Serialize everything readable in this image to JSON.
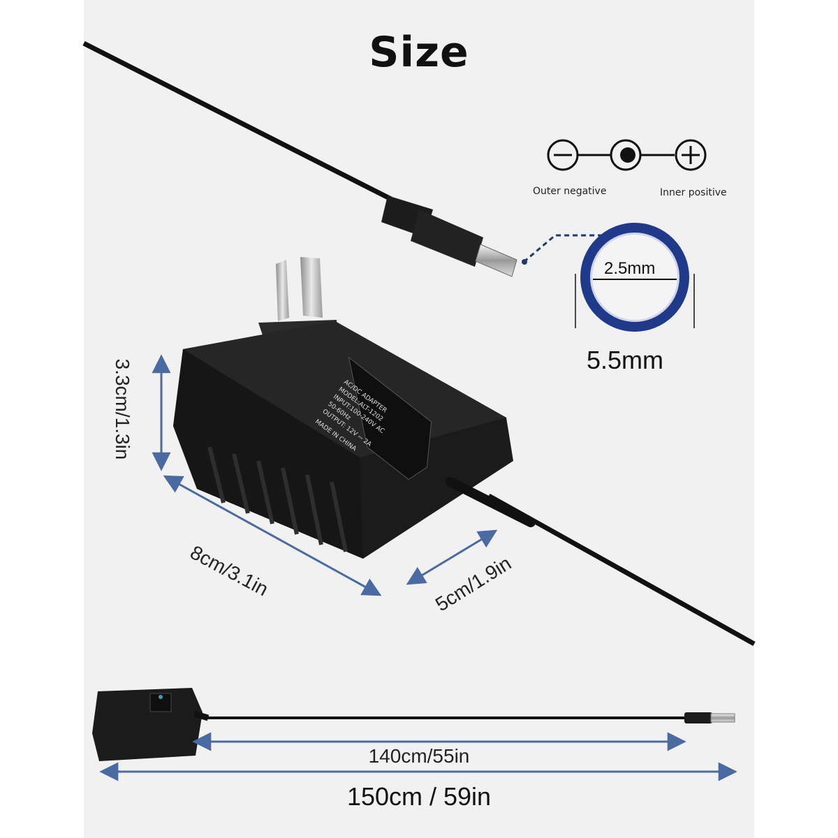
{
  "title": "Size",
  "polarity": {
    "outer_label": "Outer negative",
    "inner_label": "Inner positive",
    "minus_symbol": "⊖",
    "plus_symbol": "⊕"
  },
  "plug": {
    "inner_diameter": "2.5mm",
    "outer_diameter": "5.5mm"
  },
  "dimensions": {
    "height": "3.3cm/1.3in",
    "length": "8cm/3.1in",
    "width": "5cm/1.9in"
  },
  "cable": {
    "cord_length": "140cm/55in",
    "total_length": "150cm / 59in"
  },
  "label_plate": {
    "line1": "AC/DC ADAPTER",
    "line2": "MODEL:ALT-1202",
    "line3": "INPUT:100-240V AC",
    "line4": "50-60Hz",
    "line5": "OUTPUT: 12V ⎓ 2A",
    "line6": "MADE IN CHINA"
  },
  "colors": {
    "panel": "#f1f1f1",
    "arrow": "#4a6aa3",
    "ring": "#1f3a8a",
    "adapter": "#1b1b1b"
  }
}
